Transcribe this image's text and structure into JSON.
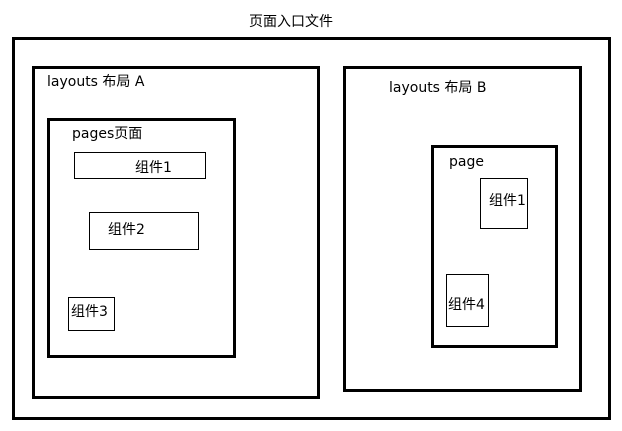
{
  "title": "页面入口文件",
  "layout_a": {
    "label": "layouts 布局 A",
    "pages": {
      "label": "pages页面",
      "components": [
        "组件1",
        "组件2",
        "组件3"
      ]
    }
  },
  "layout_b": {
    "label": "layouts 布局 B",
    "page": {
      "label": "page",
      "components": [
        "组件1",
        "组件4"
      ]
    }
  }
}
